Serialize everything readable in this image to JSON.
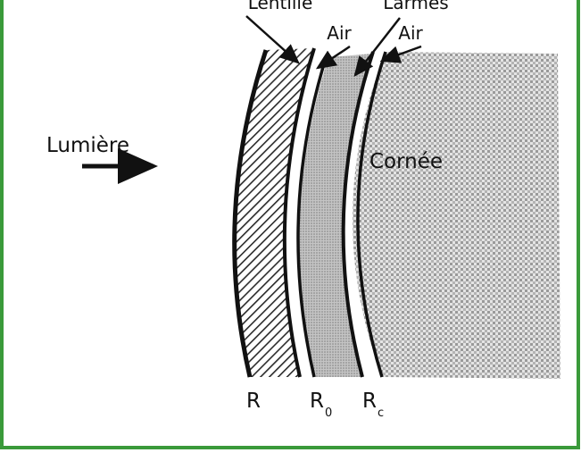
{
  "labels": {
    "lentille": "Lentille",
    "larmes": "Larmes",
    "air_1": "Air",
    "air_2": "Air",
    "lumiere": "Lumière",
    "cornee": "Cornée",
    "r": "R",
    "r0_main": "R",
    "r0_sub": "0",
    "rc_main": "R",
    "rc_sub": "c"
  },
  "colors": {
    "frame": "#3a9a3a",
    "ink": "#111111",
    "cornea_fill": "#c9c9c9",
    "tears_fill": "#b8b8b8",
    "lens_hatch": "#2a2a2a"
  }
}
